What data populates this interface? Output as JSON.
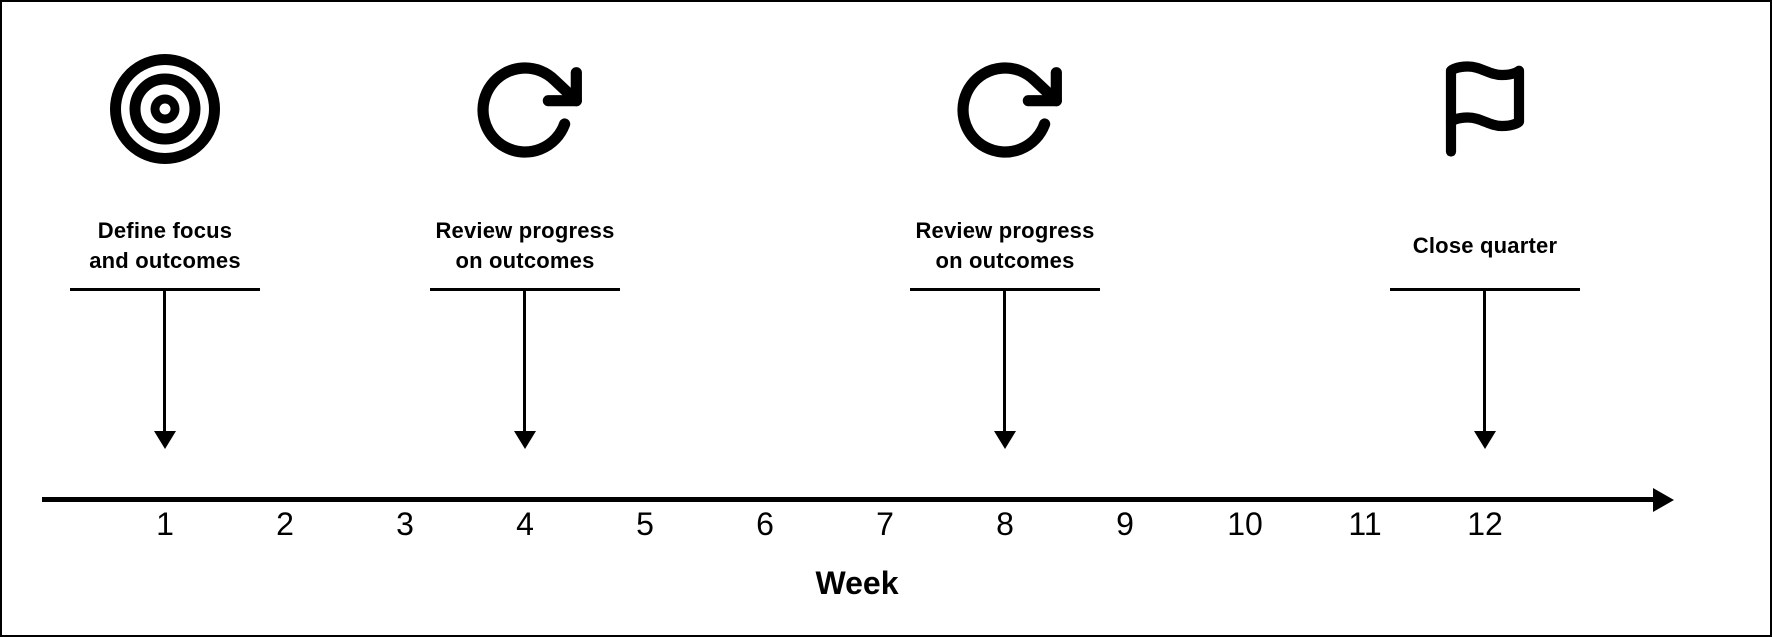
{
  "timeline": {
    "axis_label": "Week",
    "weeks": [
      "1",
      "2",
      "3",
      "4",
      "5",
      "6",
      "7",
      "8",
      "9",
      "10",
      "11",
      "12"
    ],
    "milestones": [
      {
        "week": 1,
        "icon": "target-icon",
        "label_lines": [
          "Define focus",
          "and outcomes"
        ]
      },
      {
        "week": 4,
        "icon": "refresh-icon",
        "label_lines": [
          "Review progress",
          "on outcomes"
        ]
      },
      {
        "week": 8,
        "icon": "refresh-icon",
        "label_lines": [
          "Review progress",
          "on outcomes"
        ]
      },
      {
        "week": 12,
        "icon": "flag-icon",
        "label_lines": [
          "Close quarter"
        ]
      }
    ],
    "colors": {
      "ink": "#000000",
      "background": "#ffffff"
    }
  }
}
